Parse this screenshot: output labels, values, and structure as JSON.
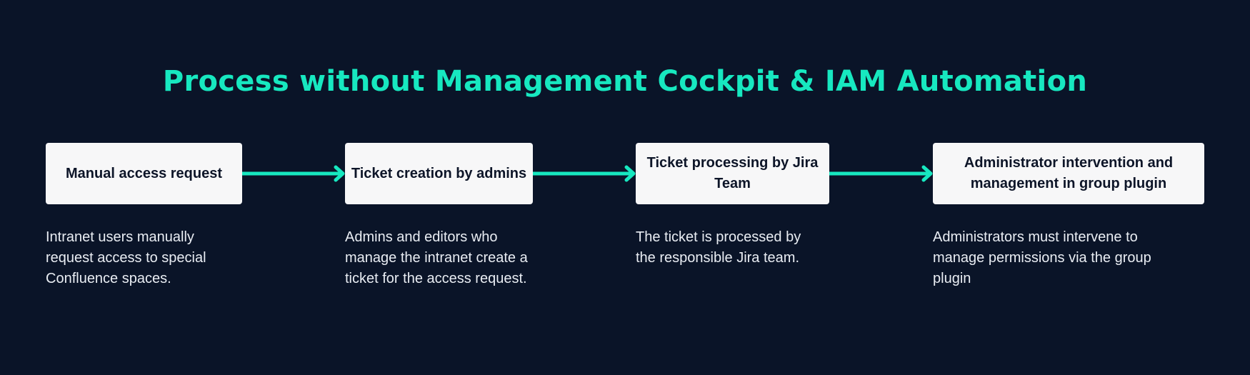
{
  "colors": {
    "background": "#0a1428",
    "accent": "#17e8c0",
    "box_background": "#f7f7f8",
    "box_text": "#0d1528",
    "description_text": "#e9edf3"
  },
  "title": "Process without Management Cockpit & IAM Automation",
  "steps": [
    {
      "label": "Manual access request",
      "description": "Intranet users manually request access to special Confluence spaces."
    },
    {
      "label": "Ticket creation by admins",
      "description": "Admins and editors who manage the intranet create a ticket for the access request."
    },
    {
      "label": "Ticket processing by Jira Team",
      "description": "The ticket is processed by the responsible Jira team."
    },
    {
      "label": "Administrator intervention and management in group plugin",
      "description": "Administrators must intervene to manage permissions via the group plugin"
    }
  ]
}
